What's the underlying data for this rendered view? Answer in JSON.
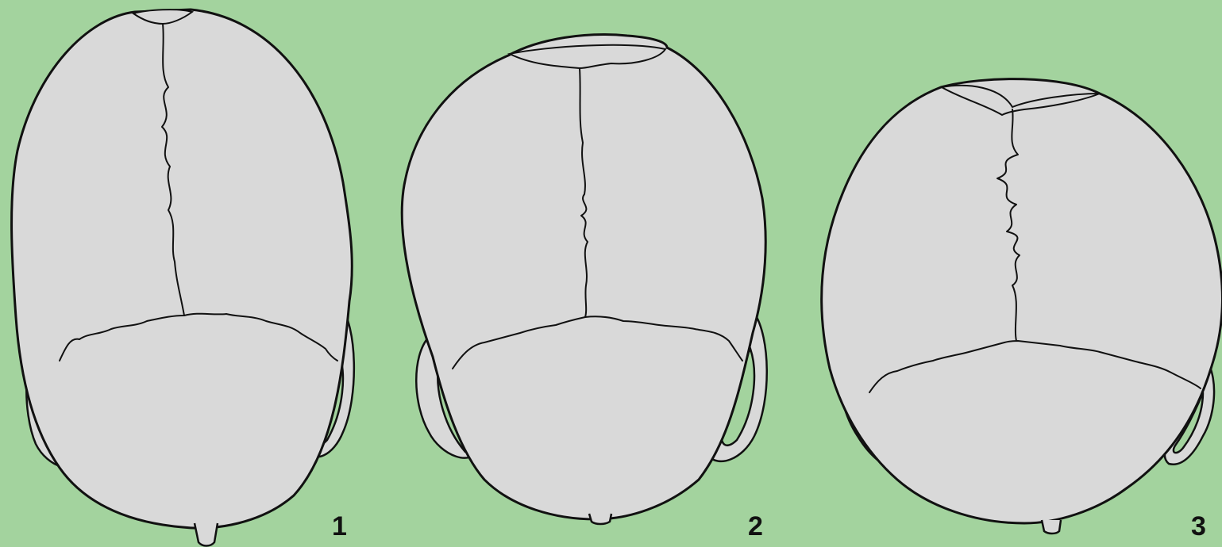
{
  "background_color": "#a3d39e",
  "skull_fill_color": "#d9d9d9",
  "line_color": "#111111",
  "figures": [
    {
      "label": "1"
    },
    {
      "label": "2"
    },
    {
      "label": "3"
    }
  ]
}
